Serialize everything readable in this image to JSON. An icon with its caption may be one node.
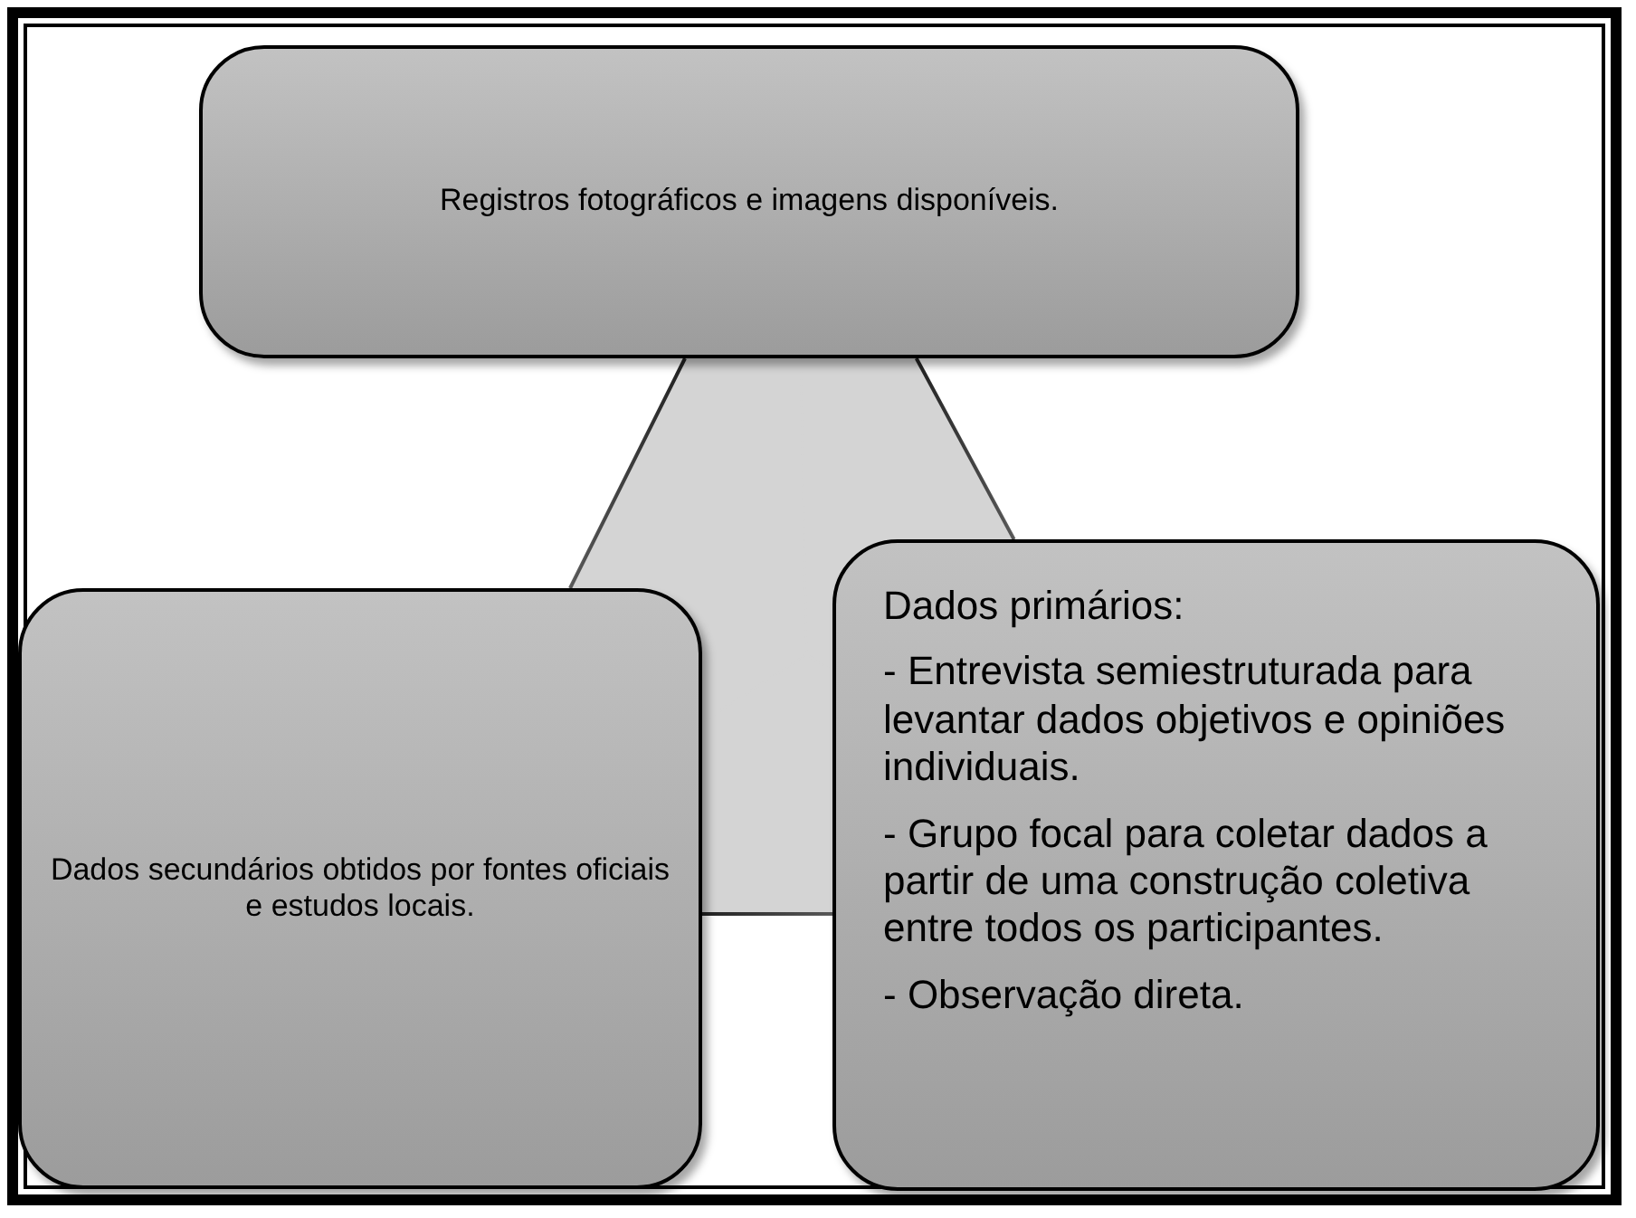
{
  "diagram": {
    "nodes": [
      {
        "text": [
          "Registros fotográficos e imagens disponíveis."
        ]
      },
      {
        "text": [
          "Dados secundários obtidos por fontes oficiais e estudos locais."
        ]
      },
      {
        "text": [
          "Dados primários:",
          "- Entrevista semiestruturada para levantar dados objetivos e opiniões individuais.",
          "- Grupo focal para coletar dados a partir de uma construção coletiva entre todos os participantes.",
          "- Observação direta."
        ]
      }
    ],
    "edges": [
      {
        "from": 0,
        "to": 1,
        "arrow": "none"
      },
      {
        "from": 0,
        "to": 2,
        "arrow": "none"
      },
      {
        "from": 1,
        "to": 2,
        "arrow": "none"
      }
    ]
  }
}
